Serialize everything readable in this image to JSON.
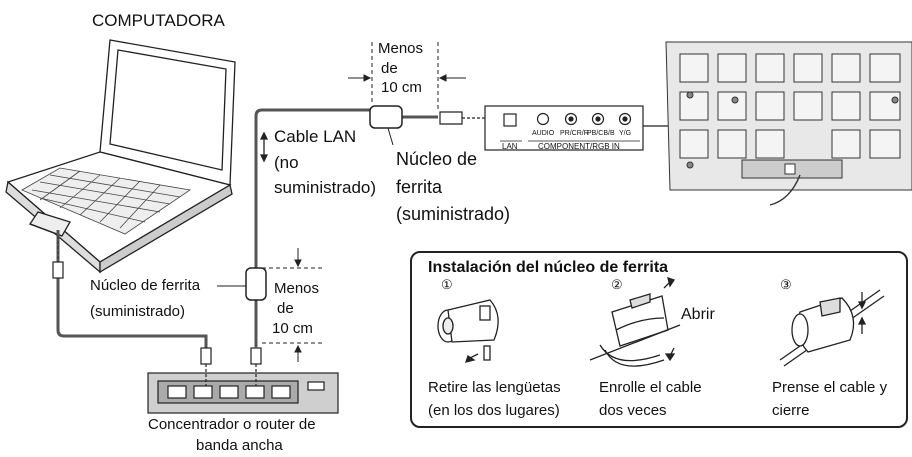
{
  "labels": {
    "computer": "COMPUTADORA",
    "cable_lan": "Cable LAN",
    "no_supplied_1": "(no",
    "no_supplied_2": "suministrado)",
    "ferrite_core": "Núcleo de",
    "ferrite": "ferrita",
    "supplied": "(suministrado)",
    "ferrite_core_left": "Núcleo de  ferrita",
    "supplied_left": "(suministrado)",
    "menos": "Menos",
    "de": "de",
    "dist": "10 cm",
    "hub_1": "Concentrador o router de",
    "hub_2": "banda ancha"
  },
  "panel": {
    "lan": "LAN",
    "component": "COMPONENT/RGB IN",
    "audio": "AUDIO",
    "pr": "PR/CR/R",
    "pb": "PB/CB/B",
    "yg": "Y/G"
  },
  "install": {
    "title": "Instalación del núcleo de ferrita",
    "step1_num": "①",
    "step2_num": "②",
    "step3_num": "③",
    "open": "Abrir",
    "step1_a": "Retire las lengüetas",
    "step1_b": "(en los dos lugares)",
    "step2_a": "Enrolle el cable",
    "step2_b": "dos veces",
    "step3_a": "Prense el cable y",
    "step3_b": "cierre"
  },
  "icons": [
    "laptop-icon",
    "hub-icon",
    "display-back-icon",
    "ferrite-core-icon",
    "connector-icon"
  ]
}
